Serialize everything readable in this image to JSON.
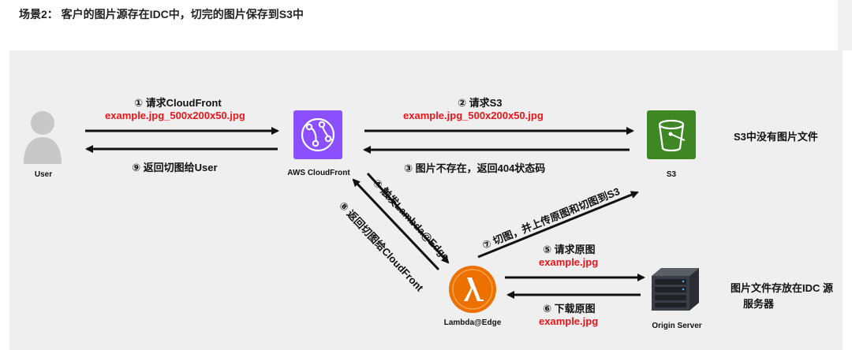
{
  "title": "场景2： 客户的图片源存在IDC中，切完的图片保存到S3中",
  "nodes": {
    "user": "User",
    "cloudfront": "AWS CloudFront",
    "s3": "S3",
    "lambda": "Lambda@Edge",
    "origin": "Origin Server"
  },
  "steps": {
    "s1": "① 请求CloudFront",
    "s1_file": "example.jpg_500x200x50.jpg",
    "s2": "② 请求S3",
    "s2_file": "example.jpg_500x200x50.jpg",
    "s3": "③ 图片不存在，返回404状态码",
    "s4": "④ 触发Lambda@Edge",
    "s5": "⑤ 请求原图",
    "s5_file": "example.jpg",
    "s6": "⑥ 下载原图",
    "s6_file": "example.jpg",
    "s7": "⑦ 切图，并上传原图和切图到S3",
    "s8": "⑧ 返回切图给CloudFront",
    "s9": "⑨ 返回切图给User"
  },
  "notes": {
    "s3_note": "S3中没有图片文件",
    "idc_note_line1": "图片文件存放在IDC 源",
    "idc_note_line2": "服务器"
  },
  "colors": {
    "panel": "#efefef",
    "red": "#e8161b",
    "cloudfront": "#8c4fff",
    "s3": "#3f8624",
    "lambda": "#ed7100"
  }
}
